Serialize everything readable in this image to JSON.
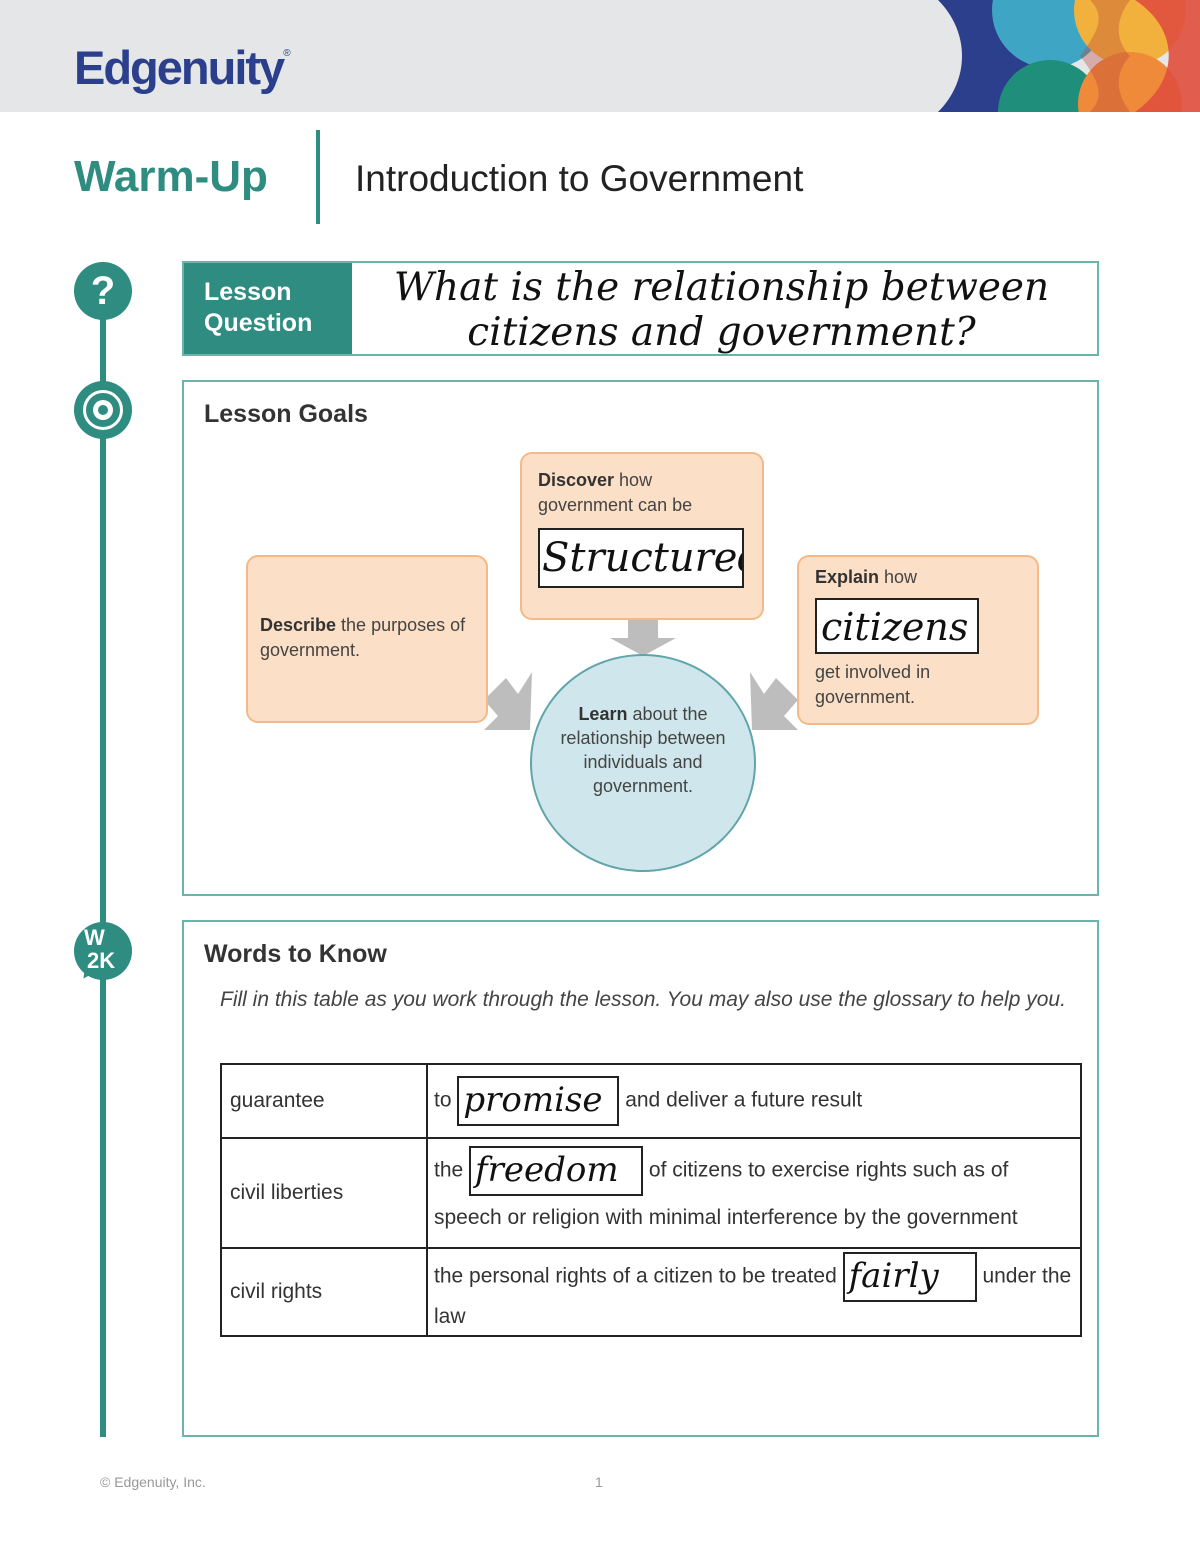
{
  "header": {
    "brand": "Edgenuity",
    "brand_mark": "®",
    "colors": {
      "teal": "#2e8c80",
      "navy": "#2b3f8c",
      "peach": "#fbdfc6",
      "light_blue": "#cfe7ec"
    }
  },
  "title": {
    "section": "Warm-Up",
    "topic": "Introduction to Government"
  },
  "lesson_question": {
    "label_line1": "Lesson",
    "label_line2": "Question",
    "answer_line1": "What is the relationship between",
    "answer_line2": "citizens and government?"
  },
  "lesson_goals": {
    "title": "Lesson Goals",
    "discover": {
      "verb": "Discover",
      "text": " how government can be",
      "answer": "Structured"
    },
    "describe": {
      "verb": "Describe",
      "text": " the purposes of government."
    },
    "explain": {
      "verb": "Explain",
      "text": " how",
      "answer": "citizens",
      "text_after": "get involved in government."
    },
    "learn": {
      "verb": "Learn",
      "text": " about the relationship between individuals and government."
    }
  },
  "words_to_know": {
    "title": "Words to Know",
    "instructions": "Fill in this table as you work through the lesson. You may also use the glossary to help you.",
    "rows": [
      {
        "term": "guarantee",
        "before": "to",
        "answer": "promise",
        "after": "and deliver a future result"
      },
      {
        "term": "civil liberties",
        "before": "the",
        "answer": "freedom",
        "after": "of citizens to exercise rights such as of speech or religion with minimal interference by the government"
      },
      {
        "term": "civil rights",
        "before": "the personal rights of a citizen to be treated",
        "answer": "fairly",
        "after": "under the law"
      }
    ]
  },
  "footer": {
    "copyright": "© Edgenuity, Inc.",
    "page": "1"
  },
  "icons": [
    "question-icon",
    "target-icon",
    "w2k-icon"
  ]
}
